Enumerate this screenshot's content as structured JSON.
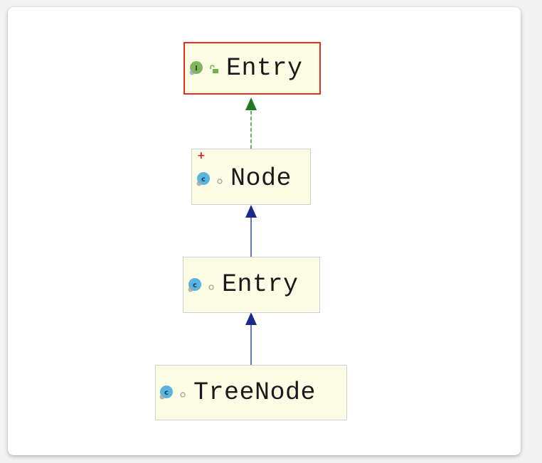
{
  "diagram": {
    "nodes": [
      {
        "id": "entry-interface",
        "label": "Entry",
        "kind": "interface",
        "icon": "interface-icon",
        "visibility_icon": "public-lock-icon",
        "selected": true,
        "modifier_mark": ""
      },
      {
        "id": "node-class",
        "label": "Node",
        "kind": "class",
        "icon": "class-icon",
        "visibility_icon": "package-private-icon",
        "selected": false,
        "modifier_mark": "+"
      },
      {
        "id": "entry-class",
        "label": "Entry",
        "kind": "class",
        "icon": "class-icon",
        "visibility_icon": "package-private-icon",
        "selected": false,
        "modifier_mark": ""
      },
      {
        "id": "treenode-class",
        "label": "TreeNode",
        "kind": "class",
        "icon": "class-icon",
        "visibility_icon": "package-private-icon",
        "selected": false,
        "modifier_mark": ""
      }
    ],
    "edges": [
      {
        "from": "node-class",
        "to": "entry-interface",
        "type": "implements",
        "style": "dashed",
        "color": "#1f7a1f"
      },
      {
        "from": "entry-class",
        "to": "node-class",
        "type": "extends",
        "style": "solid",
        "color": "#1a2a8a"
      },
      {
        "from": "treenode-class",
        "to": "entry-class",
        "type": "extends",
        "style": "solid",
        "color": "#1a2a8a"
      }
    ],
    "colors": {
      "node_fill": "#fdfde6",
      "selection_border": "#e0301e",
      "interface_icon": "#7fb55f",
      "class_icon": "#5ab4e0",
      "implements_arrow": "#1f7a1f",
      "extends_arrow": "#1a2a8a"
    }
  }
}
